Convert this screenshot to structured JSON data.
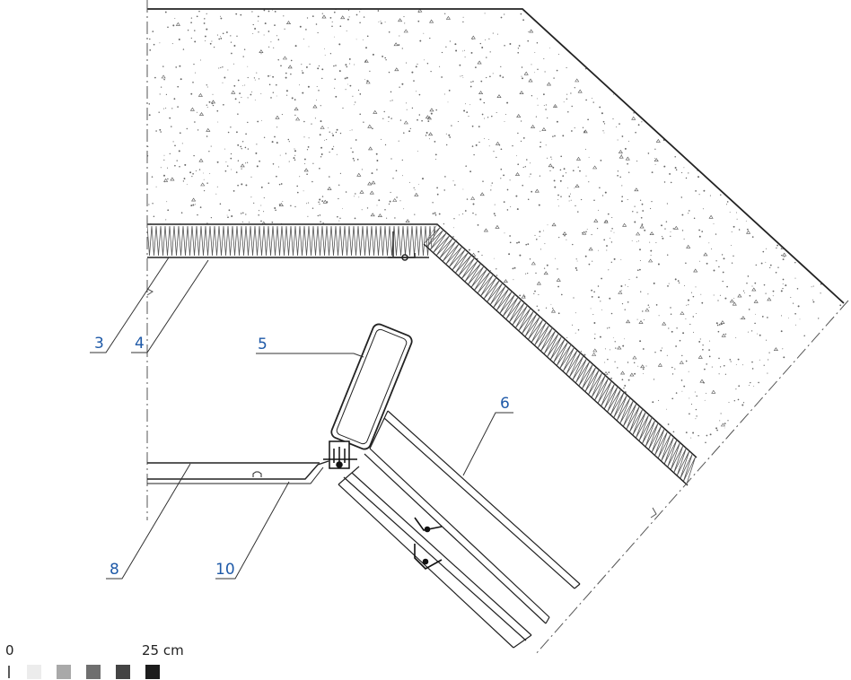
{
  "callouts": [
    {
      "id": "3",
      "label": "3"
    },
    {
      "id": "4",
      "label": "4"
    },
    {
      "id": "5",
      "label": "5"
    },
    {
      "id": "6",
      "label": "6"
    },
    {
      "id": "8",
      "label": "8"
    },
    {
      "id": "10",
      "label": "10"
    }
  ],
  "scale": {
    "start_label": "0",
    "end_label": "25 cm",
    "swatches": [
      "#ececec",
      "#a9a9a9",
      "#6f6f6f",
      "#444444",
      "#1c1c1c"
    ]
  },
  "colors": {
    "callout_text": "#1f5aa8",
    "line": "#222222",
    "concrete_fill": "#ffffff",
    "insulation_line": "#555555"
  }
}
